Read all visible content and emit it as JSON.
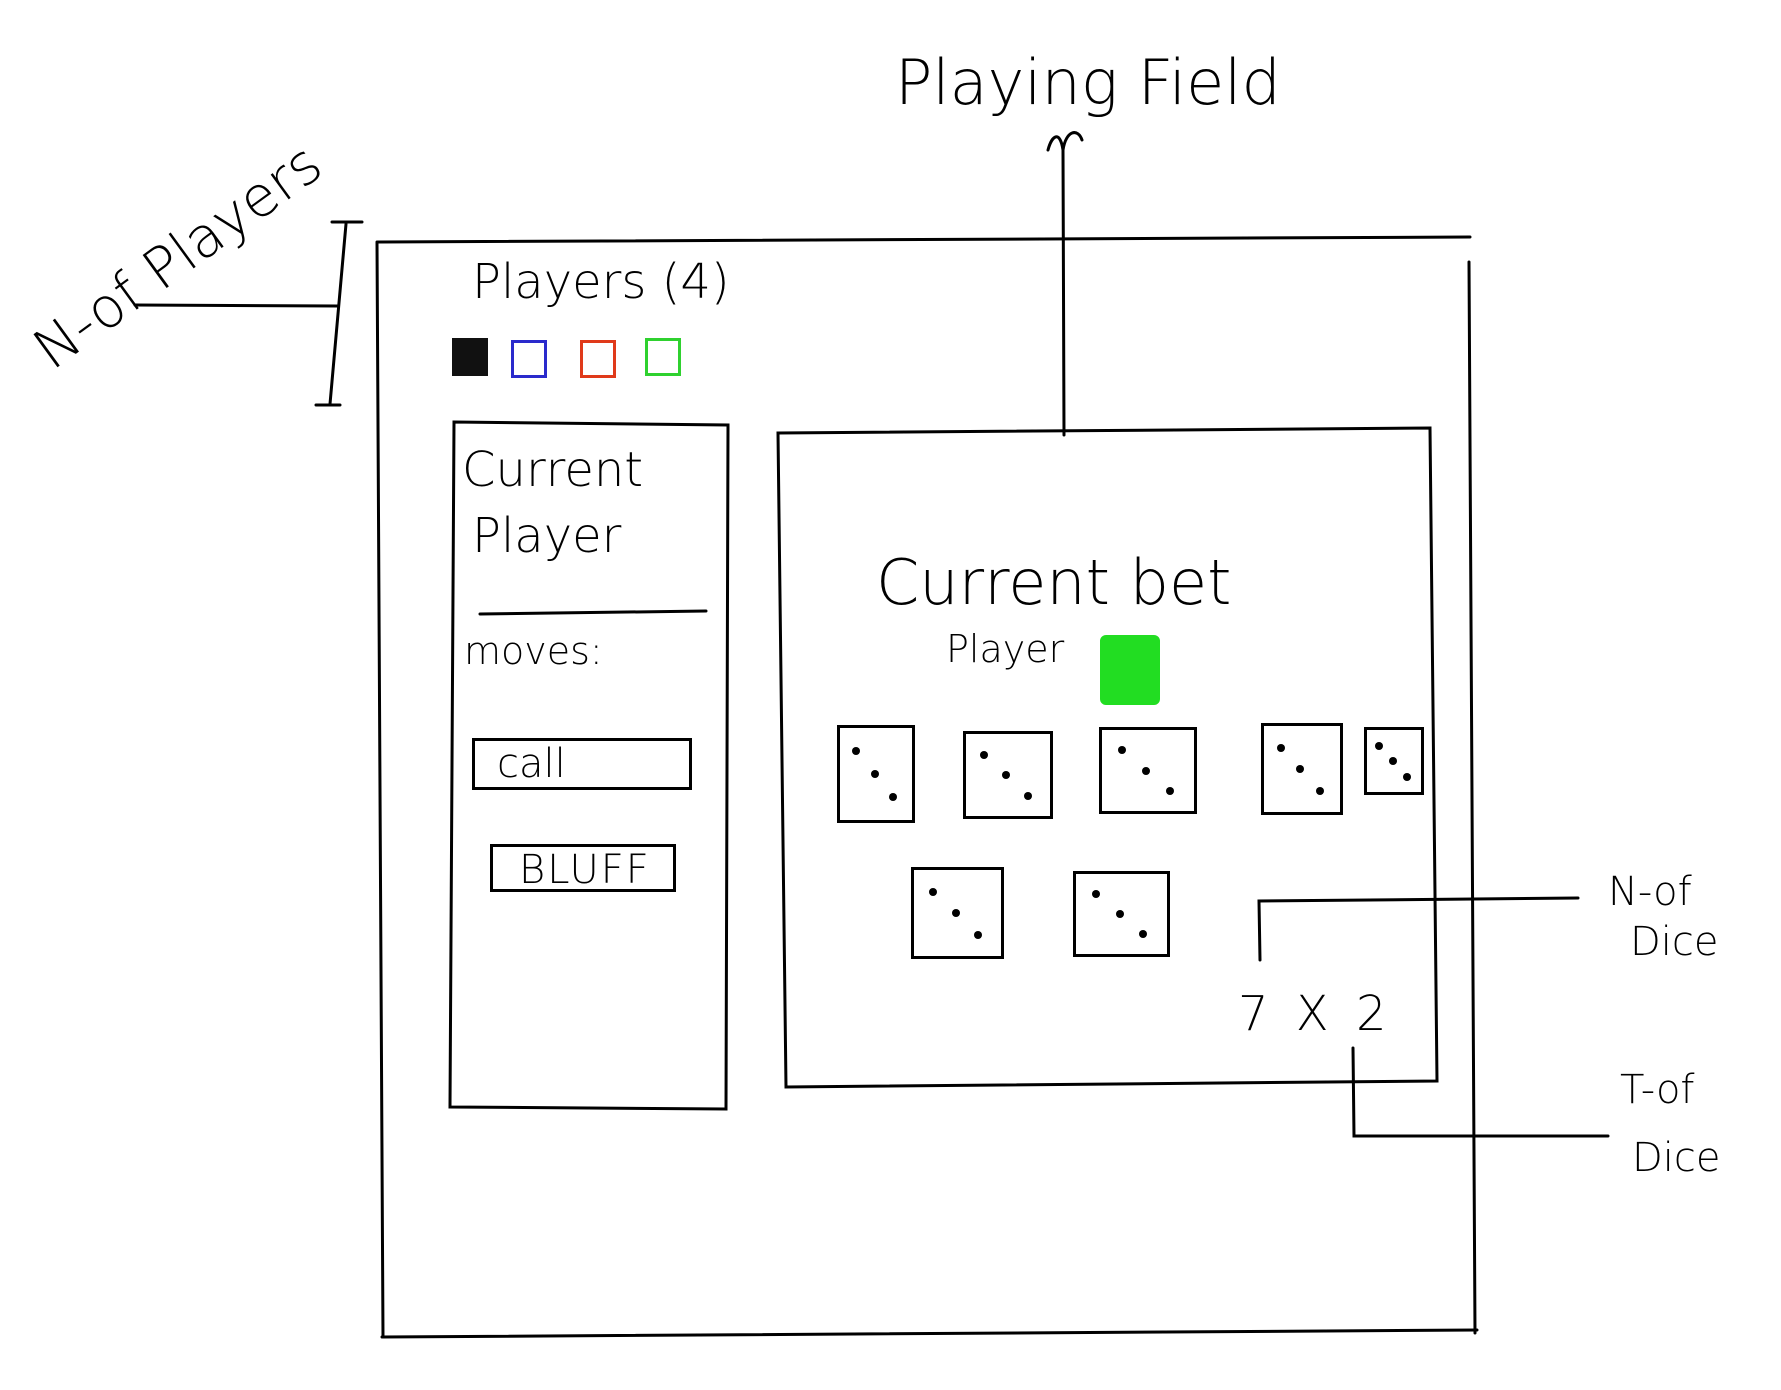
{
  "annotations": {
    "playing_field": "Playing Field",
    "n_of_players": "N-of Players",
    "n_of_dice": "N-of",
    "n_of_dice_2": "Dice",
    "t_of_dice": "T-of",
    "t_of_dice_2": "Dice"
  },
  "players": {
    "title": "Players (4)",
    "swatches": [
      {
        "color": "#111111",
        "filled": true
      },
      {
        "color": "#2a2acc",
        "filled": false
      },
      {
        "color": "#e03a1a",
        "filled": false
      },
      {
        "color": "#2fd12f",
        "filled": false
      }
    ]
  },
  "current_player_panel": {
    "title_line1": "Current",
    "title_line2": "Player",
    "moves_label": "moves:",
    "call_button": "call",
    "bluff_button": "BLUFF"
  },
  "playing_field": {
    "current_bet_label": "Current bet",
    "player_label": "Player",
    "player_color": "#22dd22",
    "dice": [
      {
        "pips": 3
      },
      {
        "pips": 3
      },
      {
        "pips": 3
      },
      {
        "pips": 3
      },
      {
        "pips": 3
      },
      {
        "pips": 3
      },
      {
        "pips": 3
      }
    ],
    "bet_expression": "7 X 2"
  }
}
